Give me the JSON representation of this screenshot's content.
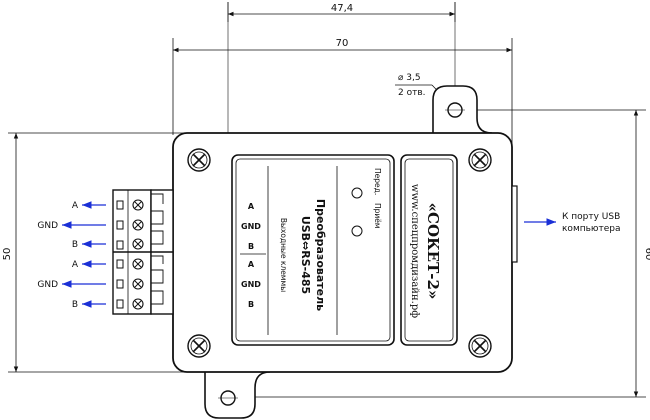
{
  "dimensions": {
    "top_width": "47,4",
    "overall_width": "70",
    "left_height": "50",
    "right_height": "60",
    "hole_diameter": "⌀ 3,5",
    "hole_count": "2 отв."
  },
  "terminals": {
    "left_labels": [
      "A",
      "GND",
      "B",
      "A",
      "GND",
      "B"
    ]
  },
  "usb_note": {
    "line1": "К порту USB",
    "line2": "компьютера"
  },
  "front_panel": {
    "title_line1": "Преобразователь",
    "title_line2": "USB⇔RS-485",
    "terminals_caption": "Выходные клеммы",
    "pin_labels": [
      "A",
      "GND",
      "B",
      "A",
      "GND",
      "B"
    ],
    "led_tx": "Перед.",
    "led_rx": "Приём"
  },
  "brand": {
    "name": "«СОКЕТ-2»",
    "website": "www.спецпромдизайн.рф"
  },
  "colors": {
    "arrow": "#1a2fd6",
    "line": "#111111"
  }
}
